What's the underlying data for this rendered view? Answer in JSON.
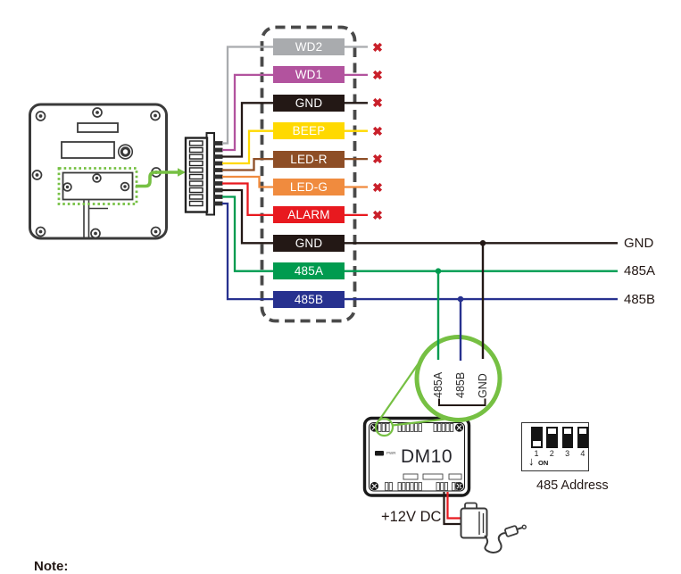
{
  "diagram": {
    "accent_color": "#76c043",
    "x_color": "#c9202a",
    "line_color": "#231815",
    "icons": {
      "x_mark": "✖",
      "down_arrow": "↓"
    },
    "terminals": [
      {
        "label": "WD2",
        "color": "#a9abae",
        "connected": false
      },
      {
        "label": "WD1",
        "color": "#b2539e",
        "connected": false
      },
      {
        "label": "GND",
        "color": "#231815",
        "connected": false
      },
      {
        "label": "BEEP",
        "color": "#ffd900",
        "connected": false
      },
      {
        "label": "LED-R",
        "color": "#8e4e26",
        "connected": false
      },
      {
        "label": "LED-G",
        "color": "#f08b3e",
        "connected": false
      },
      {
        "label": "ALARM",
        "color": "#e8191f",
        "connected": false
      },
      {
        "label": "GND",
        "color": "#231815",
        "connected": true
      },
      {
        "label": "485A",
        "color": "#009b4f",
        "connected": true
      },
      {
        "label": "485B",
        "color": "#27318f",
        "connected": true
      }
    ],
    "bus_labels": [
      {
        "label": "GND",
        "color": "#231815"
      },
      {
        "label": "485A",
        "color": "#009b4f"
      },
      {
        "label": "485B",
        "color": "#27318f"
      }
    ],
    "magnifier_labels": [
      "485A",
      "485B",
      "GND"
    ],
    "module": {
      "name": "DM10",
      "power_led": "PWR"
    },
    "dip_switch": {
      "numbers": [
        "1",
        "2",
        "3",
        "4"
      ],
      "on_label": "ON",
      "caption": "485 Address"
    },
    "power_label": "+12V DC",
    "note_label": "Note:"
  }
}
